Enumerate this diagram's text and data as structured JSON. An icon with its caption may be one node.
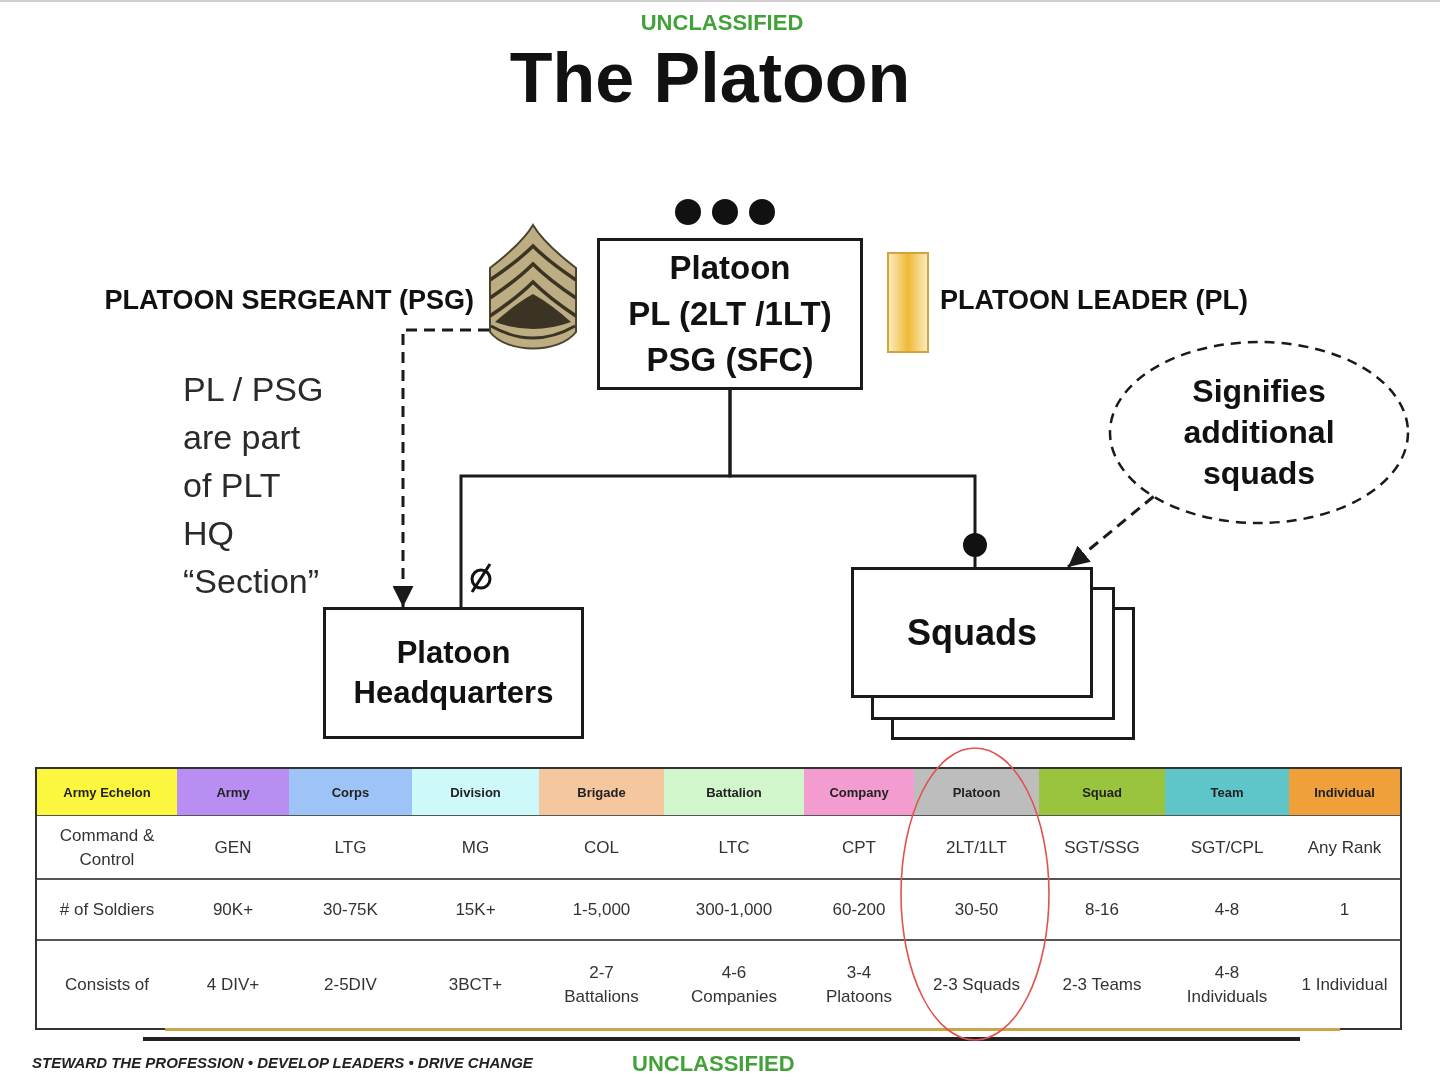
{
  "diagram": {
    "title": "The Platoon",
    "nodes": [
      {
        "text": [],
        "shape": "picture",
        "beside": [
          "PLATOON SERGEANT (PSG)"
        ]
      },
      {
        "text": [
          "Platoon",
          "PL (2LT /1LT)",
          "PSG (SFC)"
        ]
      },
      {
        "text": [
          "Signifies additional squads"
        ]
      },
      {
        "text": [
          "Platoon Headquarters"
        ]
      },
      {
        "text": [
          "Squads"
        ]
      }
    ],
    "edges": [
      {
        "from": 1,
        "to": 3,
        "arrow": "none"
      },
      {
        "from": 1,
        "to": 4,
        "arrow": "none"
      },
      {
        "from": 0,
        "to": 3,
        "arrow": "to",
        "style": "dashed"
      },
      {
        "from": 2,
        "to": 4,
        "arrow": "to",
        "style": "dashed"
      }
    ],
    "labels": [
      "UNCLASSIFIED",
      "PLATOON LEADER (PL)",
      "PL / PSG are part of PLT HQ “Section”",
      "Army Echelon",
      "Army",
      "Corps",
      "Division",
      "Brigade",
      "Battalion",
      "Company",
      "Platoon",
      "Squad",
      "Team",
      "Individual",
      "Command & Control",
      "GEN",
      "LTG",
      "MG",
      "COL",
      "LTC",
      "CPT",
      "2LT/1LT",
      "SGT/SSG",
      "SGT/CPL",
      "Any Rank",
      "# of Soldiers",
      "90K+",
      "30-75K",
      "15K+",
      "1-5,000",
      "300-1,000",
      "60-200",
      "30-50",
      "8-16",
      "4-8",
      "1",
      "Consists of",
      "4 DIV+",
      "2-5DIV",
      "3BCT+",
      "2-7 Battalions",
      "4-6 Companies",
      "3-4 Platoons",
      "2-3 Squads",
      "2-3 Teams",
      "4-8 Individuals",
      "1 Individual",
      "STEWARD THE PROFESSION • DEVELOP LEADERS • DRIVE CHANGE",
      "UNCLASSIFIED"
    ]
  }
}
